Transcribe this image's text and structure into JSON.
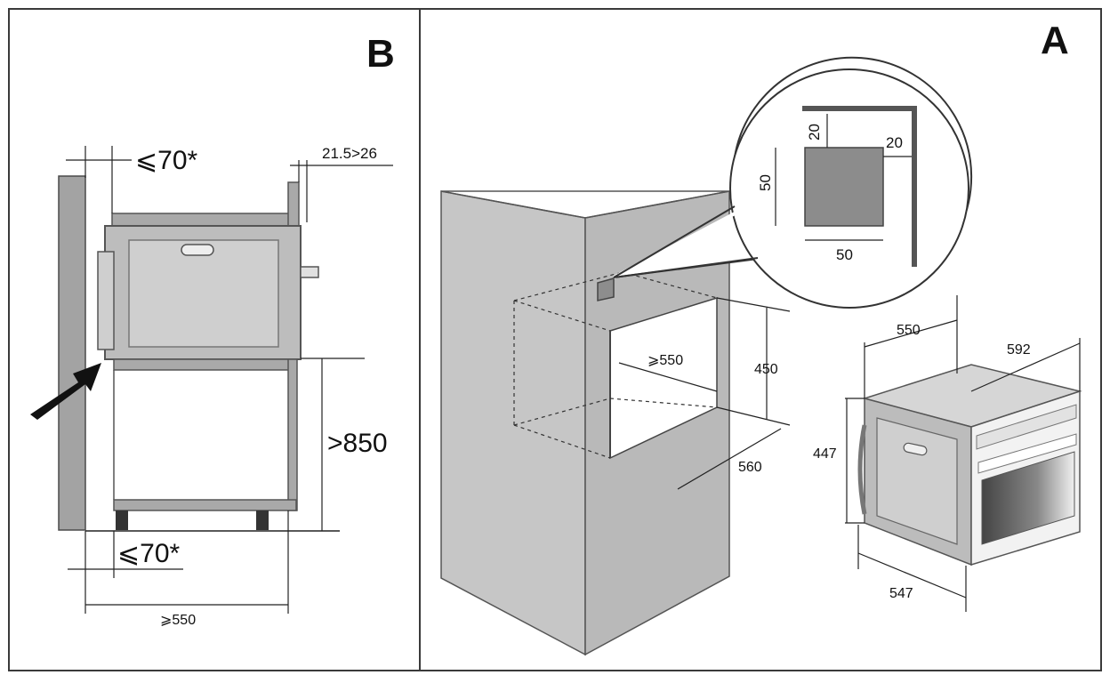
{
  "panels": {
    "left": {
      "letter": "B"
    },
    "right": {
      "letter": "A"
    }
  },
  "panel_b": {
    "dim_top_gap": "⩽70*",
    "dim_top_right": "21.5>26",
    "dim_height": ">850",
    "dim_bottom_gap": "⩽70*",
    "dim_depth": "⩾550"
  },
  "panel_a": {
    "vent_width": "50",
    "vent_height": "50",
    "vent_offset_top": "20",
    "vent_offset_side": "20",
    "niche_depth": "⩾550",
    "niche_height": "450",
    "niche_width": "560",
    "oven_depth": "550",
    "oven_width": "592",
    "oven_height": "447",
    "oven_body_depth": "547"
  }
}
